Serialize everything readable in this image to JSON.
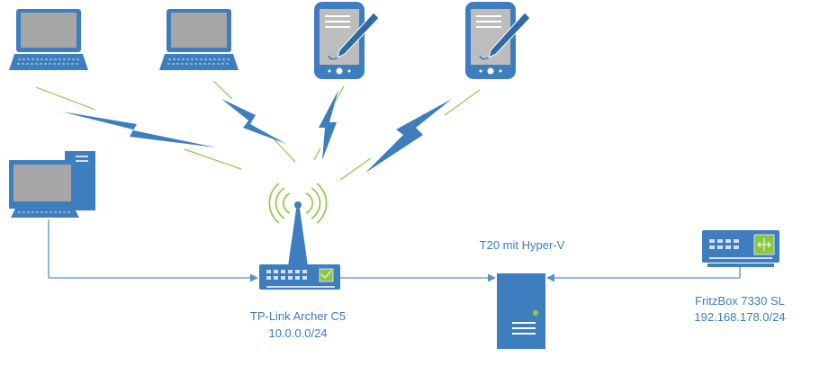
{
  "colors": {
    "device_blue": "#3f7ebe",
    "screen_gray": "#a6a6a6",
    "signal_green": "#8cc63f",
    "label_blue": "#3a7dbf",
    "line_blue": "#5b8fc9"
  },
  "router": {
    "name": "TP-Link Archer C5",
    "subnet": "10.0.0.0/24",
    "icon": "wireless-router-icon"
  },
  "server": {
    "name": "T20 mit Hyper-V",
    "icon": "tower-server-icon"
  },
  "modem": {
    "name": "FritzBox 7330 SL",
    "subnet": "192.168.178.0/24",
    "icon": "network-switch-icon"
  },
  "clients": [
    {
      "type": "laptop",
      "icon": "laptop-icon"
    },
    {
      "type": "laptop",
      "icon": "laptop-icon"
    },
    {
      "type": "tablet",
      "icon": "tablet-pen-icon"
    },
    {
      "type": "tablet",
      "icon": "tablet-pen-icon"
    },
    {
      "type": "desktop",
      "icon": "desktop-pc-icon"
    }
  ]
}
